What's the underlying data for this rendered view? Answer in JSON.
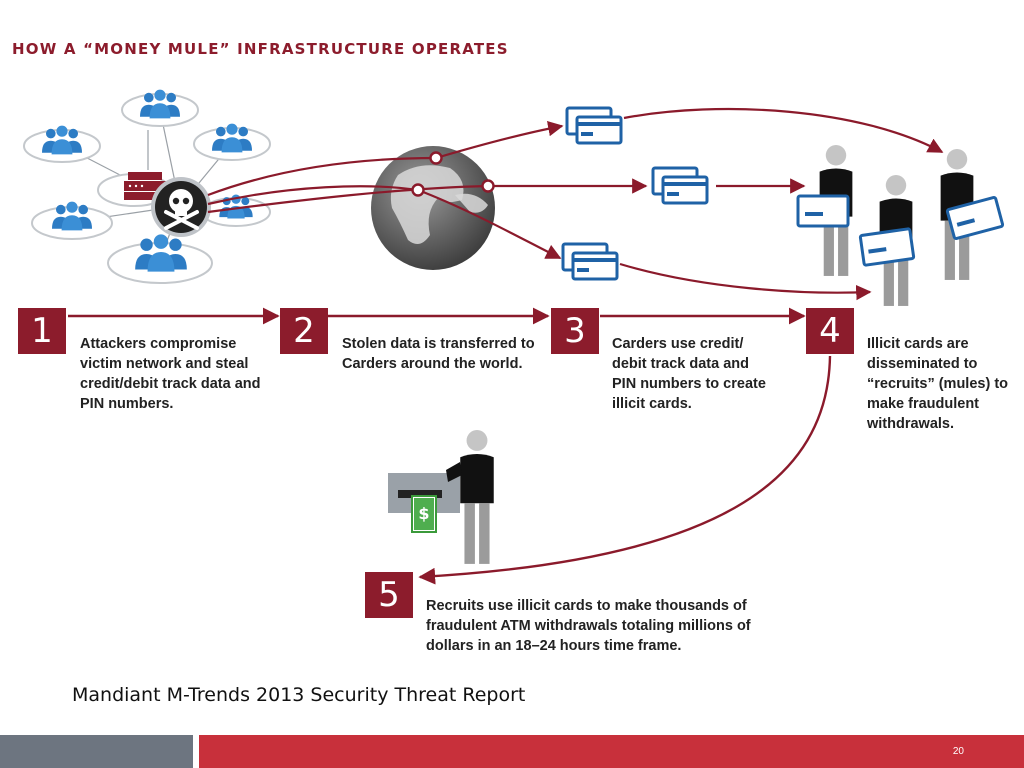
{
  "title": "HOW A “MONEY MULE” INFRASTRUCTURE OPERATES",
  "steps": [
    {
      "number": "1",
      "text": "Attackers compromise victim network and steal credit/debit track data and PIN numbers."
    },
    {
      "number": "2",
      "text": "Stolen data is transferred to Carders around the world."
    },
    {
      "number": "3",
      "text": "Carders use credit/ debit track data and PIN numbers to create illicit cards."
    },
    {
      "number": "4",
      "text": "Illicit cards are disseminated to “recruits” (mules) to make fraudulent withdrawals."
    },
    {
      "number": "5",
      "text": "Recruits use illicit cards to make thousands of fraudulent ATM withdrawals totaling millions of dollars in an 18–24 hours time frame."
    }
  ],
  "atm_note_symbol": "$",
  "caption": "Mandiant M-Trends 2013 Security Threat Report",
  "page_number": "20",
  "colors": {
    "accent": "#8c1c2c",
    "arrow": "#8b1a2b",
    "icon_blue": "#2d7cc4",
    "card_blue": "#1f62a6",
    "footer_gray": "#6d7580",
    "footer_red": "#c8303b"
  }
}
